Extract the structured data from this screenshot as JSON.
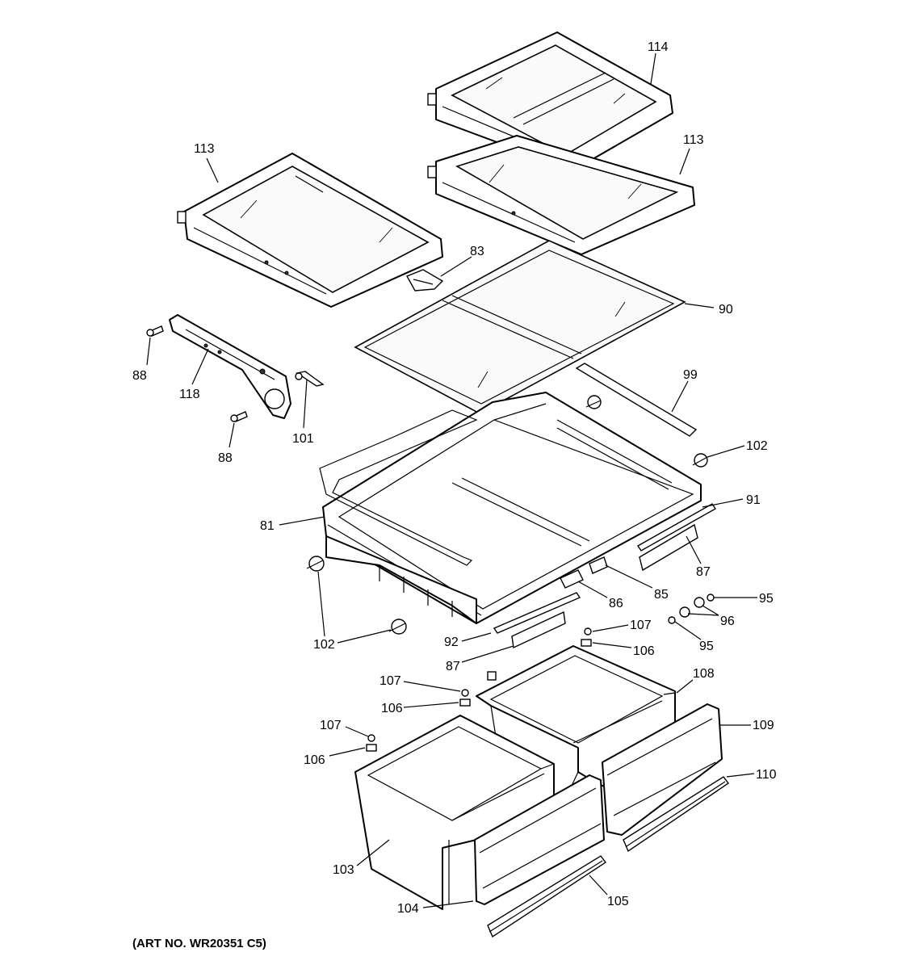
{
  "diagram": {
    "art_number": "(ART NO. WR20351 C5)",
    "callouts": {
      "c114": "114",
      "c113_left": "113",
      "c113_right": "113",
      "c83": "83",
      "c90": "90",
      "c88_top": "88",
      "c118": "118",
      "c101": "101",
      "c88_bottom": "88",
      "c99": "99",
      "c102_right": "102",
      "c81": "81",
      "c91": "91",
      "c87_right": "87",
      "c85": "85",
      "c86": "86",
      "c95_top": "95",
      "c96": "96",
      "c95_bottom": "95",
      "c102_left": "102",
      "c92": "92",
      "c107_right": "107",
      "c106_right": "106",
      "c87_left": "87",
      "c108": "108",
      "c107_mid": "107",
      "c106_mid": "106",
      "c109": "109",
      "c107_left": "107",
      "c106_left": "106",
      "c110": "110",
      "c103": "103",
      "c104": "104",
      "c105": "105"
    }
  }
}
